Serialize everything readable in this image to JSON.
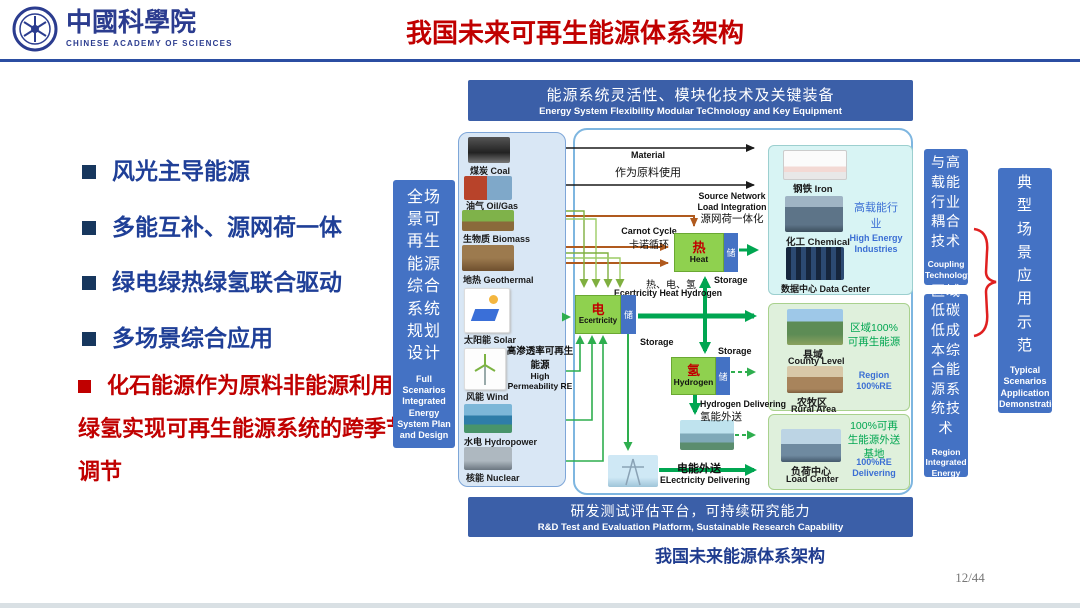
{
  "header": {
    "logo_cn": "中國科學院",
    "logo_en": "CHINESE ACADEMY OF SCIENCES",
    "title": "我国未来可再生能源体系架构"
  },
  "bullets": [
    {
      "text": "风光主导能源"
    },
    {
      "text": "多能互补、源网荷一体"
    },
    {
      "text": "绿电绿热绿氢联合驱动"
    },
    {
      "text": "多场景综合应用"
    },
    {
      "text": "化石能源作为原料非能源利用，绿氢实现可再生能源系统的跨季节调节"
    }
  ],
  "pillars": {
    "left": {
      "cn": "全场景可再生能源综合系统规划设计",
      "en": "Full Scenarios Integrated Energy System Plan and Design"
    },
    "coupling": {
      "cn": "与高载能行业耦合技术",
      "en": "Coupling Technology"
    },
    "region_tech": {
      "cn": "区域低碳低成本综合能源系统技术",
      "en": "Region Integrated Energy Technology"
    },
    "typical": {
      "cn": "典型场景应用示范",
      "en": "Typical Scenarios Application Demonstration"
    }
  },
  "banners": {
    "top_cn": "能源系统灵活性、模块化技术及关键装备",
    "top_en": "Energy System Flexibility Modular TeChnology and Key Equipment",
    "bottom_cn": "研发测试评估平台，可持续研究能力",
    "bottom_en": "R&D Test and Evaluation Platform, Sustainable Research Capability"
  },
  "sources": [
    {
      "cn": "煤炭",
      "en": "Coal"
    },
    {
      "cn": "油气",
      "en": "Oil/Gas"
    },
    {
      "cn": "生物质",
      "en": "Biomass"
    },
    {
      "cn": "地热",
      "en": "Geothermal"
    },
    {
      "cn": "太阳能",
      "en": "Solar"
    },
    {
      "cn": "风能",
      "en": "Wind"
    },
    {
      "cn": "水电",
      "en": "Hydropower"
    },
    {
      "cn": "核能",
      "en": "Nuclear"
    }
  ],
  "high_permeability": {
    "cn": "高渗透率可再生能源",
    "en": "High Permeability RE"
  },
  "carriers": {
    "electricity": {
      "cn": "电",
      "en": "Ecertricity"
    },
    "heat": {
      "cn": "热",
      "en": "Heat"
    },
    "hydrogen": {
      "cn": "氢",
      "en": "Hydrogen"
    },
    "store_char": "储",
    "storage": "Storage"
  },
  "flow_labels": {
    "material_en": "Material",
    "material_cn": "作为原料使用",
    "srcnet_en": "Source Network Load Integration",
    "srcnet_cn": "源网荷一体化",
    "carnot_en": "Carnot Cycle",
    "carnot_cn": "卡诺循环",
    "ehh_cn": "热、电、氢",
    "ehh_en": "Ecertricity Heat Hydrogen",
    "h2d_en": "Hydrogen Delivering",
    "h2d_cn": "氢能外送",
    "ed_cn": "电能外送",
    "ed_en": "ELectricity Delivering"
  },
  "scenarios": {
    "industries": {
      "label_cn": "高载能行业",
      "label_en": "High Energy Industries",
      "items": [
        {
          "cn": "钢铁",
          "en": "Iron"
        },
        {
          "cn": "化工",
          "en": "Chemical"
        },
        {
          "cn": "数据中心",
          "en": "Data Center"
        }
      ]
    },
    "region": {
      "label_cn": "区域100%可再生能源",
      "label_en": "Region 100%RE",
      "items": [
        {
          "cn": "县域",
          "en": "County Level"
        },
        {
          "cn": "农牧区",
          "en": "Rural Area"
        }
      ]
    },
    "load": {
      "label_cn": "100%可再生能源外送基地",
      "label_en": "100%RE Delivering",
      "items": [
        {
          "cn": "负荷中心",
          "en": "Load Center"
        }
      ]
    }
  },
  "footer": {
    "caption": "我国未来能源体系架构",
    "page": "12/44"
  },
  "colors": {
    "accent_blue": "#4472C4",
    "banner_blue": "#3B5FA8",
    "title_red": "#C00000",
    "bullet_blue": "#1F3F97",
    "green_box": "#8FD14F",
    "flow_green": "#00A651",
    "heat_brown": "#B05A1E"
  }
}
